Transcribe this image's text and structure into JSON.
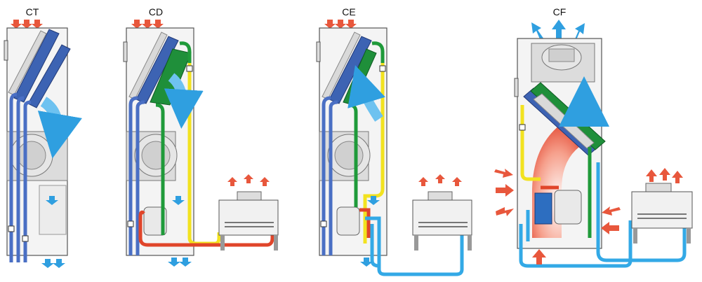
{
  "units": [
    {
      "id": "ct",
      "label": "CT"
    },
    {
      "id": "cd",
      "label": "CD"
    },
    {
      "id": "ce",
      "label": "CE"
    },
    {
      "id": "cf",
      "label": "CF"
    }
  ],
  "colors": {
    "cabinet_fill": "#f4f4f4",
    "cabinet_stroke": "#555555",
    "coil_blue": "#3d63b3",
    "coil_green": "#1f8f3a",
    "pipe_blue": "#4a6fc4",
    "pipe_green": "#1f9a3a",
    "pipe_yellow": "#f2e21f",
    "pipe_red": "#e0452a",
    "pipe_lightblue": "#33a9e6",
    "air_hot": "#e8573c",
    "air_cool": "#2f9fe0",
    "grey_parts": "#c9c9c9"
  },
  "icons": [
    "up-arrow-icon",
    "down-arrow-icon",
    "fan-icon",
    "compressor-icon",
    "valve-icon"
  ]
}
